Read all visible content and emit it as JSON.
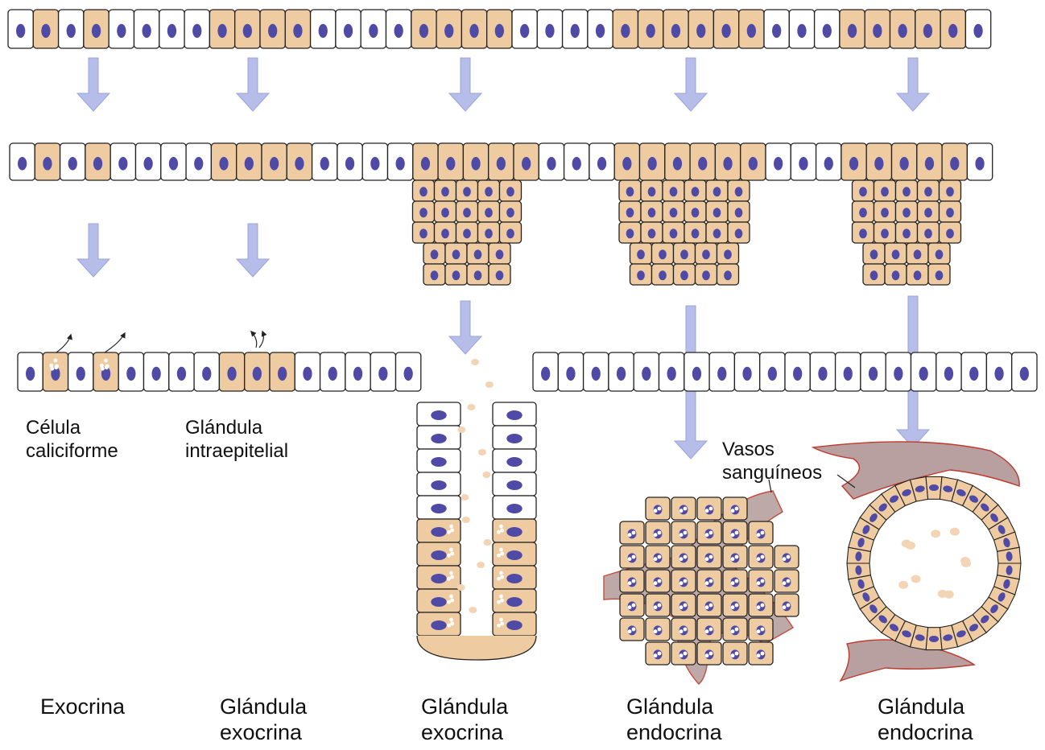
{
  "colors": {
    "cell_fill": "#ffffff",
    "glandular_fill": "#efcba2",
    "cell_stroke": "#222222",
    "nucleus": "#4f4aa6",
    "arrow": "#b5bde8",
    "arrow_stroke": "#9aa4dc",
    "vessel_fill": "#b8a0a0",
    "vessel_stroke": "#c0392b",
    "secretion": "#f3d4b5"
  },
  "icons": [
    "down-arrow-icon",
    "secretion-arrow-icon"
  ],
  "labels": {
    "goblet": {
      "line1": "Célula",
      "line2": "caliciforme"
    },
    "intraepithelial": {
      "line1": "Glándula",
      "line2": "intraepitelial"
    },
    "vessels": {
      "line1": "Vasos",
      "line2": "sanguíneos"
    }
  },
  "bottom_labels": {
    "col1": {
      "line1": "Exocrina"
    },
    "col2": {
      "line1": "Glándula",
      "line2": "exocrina"
    },
    "col3": {
      "line1": "Glándula",
      "line2": "exocrina"
    },
    "col4": {
      "line1": "Glándula",
      "line2": "endocrina"
    },
    "col5": {
      "line1": "Glándula",
      "line2": "endocrina"
    }
  }
}
